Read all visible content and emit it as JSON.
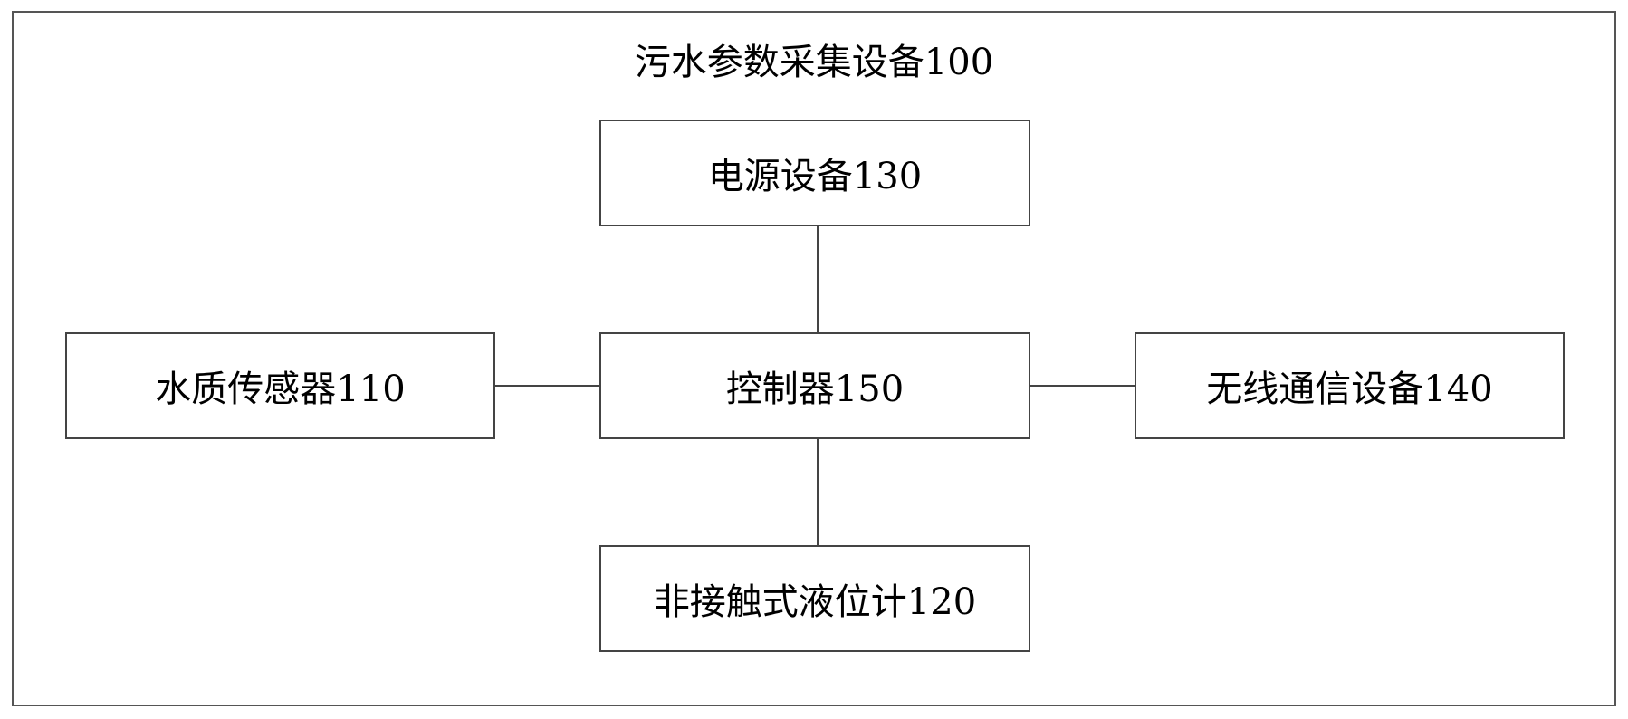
{
  "diagram": {
    "title": "污水参数采集设备100",
    "nodes": {
      "power": "电源设备130",
      "sensor": "水质传感器110",
      "controller": "控制器150",
      "wireless": "无线通信设备140",
      "level_meter": "非接触式液位计120"
    },
    "edges": [
      [
        "power",
        "controller"
      ],
      [
        "sensor",
        "controller"
      ],
      [
        "controller",
        "wireless"
      ],
      [
        "controller",
        "level_meter"
      ]
    ],
    "colors": {
      "line": "#444444",
      "text": "#000000",
      "background": "#ffffff"
    }
  }
}
